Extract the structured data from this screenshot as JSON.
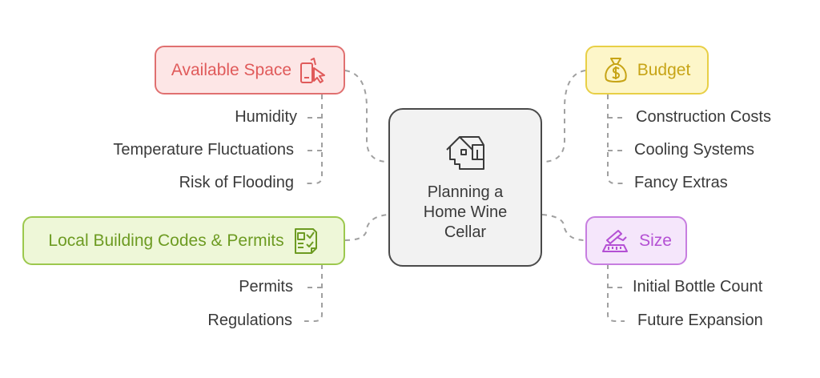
{
  "center": {
    "title_lines": [
      "Planning a",
      "Home Wine",
      "Cellar"
    ]
  },
  "branches": {
    "available_space": {
      "label": "Available Space",
      "color": "#e05a5a",
      "items": [
        "Humidity",
        "Temperature Fluctuations",
        "Risk of Flooding"
      ]
    },
    "local_codes": {
      "label": "Local Building Codes & Permits",
      "color": "#6d9b22",
      "items": [
        "Permits",
        "Regulations"
      ]
    },
    "budget": {
      "label": "Budget",
      "color": "#c7a416",
      "items": [
        "Construction Costs",
        "Cooling Systems",
        "Fancy Extras"
      ]
    },
    "size": {
      "label": "Size",
      "color": "#b450d4",
      "items": [
        "Initial Bottle Count",
        "Future Expansion"
      ]
    }
  },
  "icons": {
    "available_space": "phone-tap-icon",
    "local_codes": "checklist-icon",
    "budget": "money-bag-icon",
    "size": "measuring-icon",
    "center": "house-icon"
  }
}
